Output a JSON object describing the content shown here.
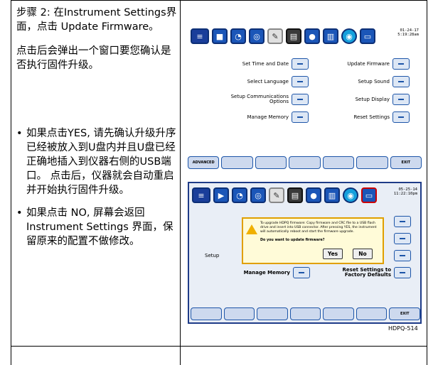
{
  "left": {
    "step_title": "步骤 2: 在Instrument Settings界面，点击 Update Firmware。",
    "para": "点击后会弹出一个窗口要您确认是否执行固件升级。",
    "bullets": [
      "如果点击YES, 请先确认升级升序已经被放入到U盘内并且U盘已经正确地插入到仪器右侧的USB端口。 点击后，仪器就会自动重启并开始执行固件升级。",
      "如果点击 NO, 屏幕会返回 Instrument Settings 界面，保留原来的配置不做修改。"
    ]
  },
  "screen1": {
    "clock_date": "01-24-17",
    "clock_time": "5:19:28am",
    "rows": [
      {
        "left": "Set Time and Date",
        "right": "Update Firmware"
      },
      {
        "left": "Select Language",
        "right": "Setup Sound"
      },
      {
        "left": "Setup Communications Options",
        "right": "Setup Display"
      },
      {
        "left": "Manage Memory",
        "right": "Reset Settings"
      }
    ],
    "softkey_left": "ADVANCED",
    "softkey_right": "EXIT"
  },
  "screen2": {
    "clock_date": "05-25-14",
    "clock_time": "11:22:10pm",
    "row_left_partial": "Setup",
    "row4_left": "Manage Memory",
    "row4_right": "Reset Settings to Factory Defaults",
    "dialog_message": "To upgrade HDPQ firmware: Copy firmware and CRC file to a USB flash drive and insert into USB connector. After pressing YES, the instrument will automatically reboot and start the firmware upgrade.",
    "dialog_question": "Do you want to update firmware?",
    "yes_label": "Yes",
    "no_label": "No",
    "softkey_right": "EXIT"
  },
  "caption": "HDPQ-514",
  "colors": {
    "accent": "#1b56b8",
    "dialog_border": "#e0a000"
  }
}
